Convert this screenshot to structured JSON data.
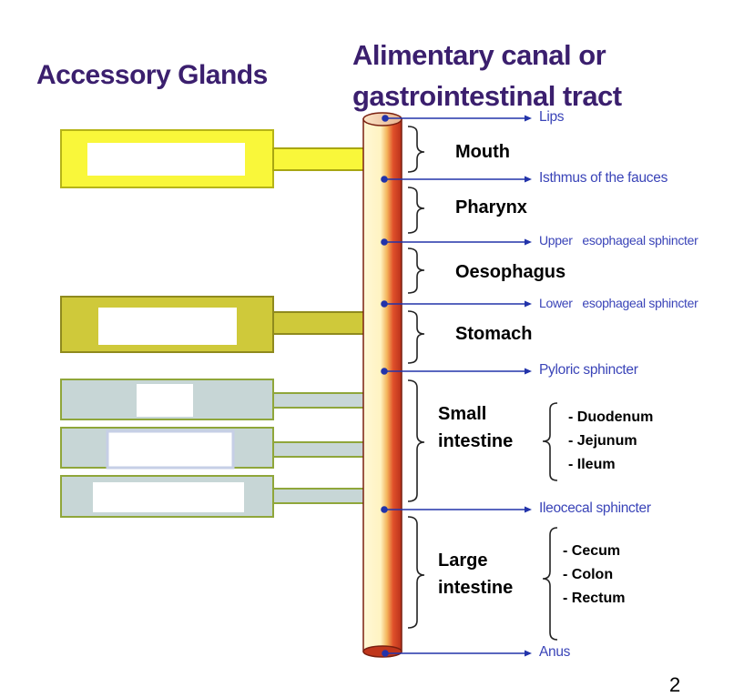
{
  "titles": {
    "accessory": "Accessory Glands",
    "tract_line1": "Alimentary canal or",
    "tract_line2": "gastrointestinal tract"
  },
  "segments": {
    "mouth": "Mouth",
    "pharynx": "Pharynx",
    "oesophagus": "Oesophagus",
    "stomach": "Stomach",
    "small_line1": "Small",
    "small_line2": "intestine",
    "large_line1": "Large",
    "large_line2": "intestine"
  },
  "sphincters": {
    "lips": "Lips",
    "isthmus": "Isthmus of the fauces",
    "upper": "Upper   esophageal sphincter",
    "lower": "Lower   esophageal sphincter",
    "pyloric": "Pyloric sphincter",
    "ileocecal": "Ileocecal sphincter",
    "anus": "Anus"
  },
  "small_parts": [
    "- Duodenum",
    "- Jejunum",
    "- Ileum"
  ],
  "large_parts": [
    "- Cecum",
    "- Colon",
    "- Rectum"
  ],
  "page_number": "2",
  "colors": {
    "title": "#3b1f6e",
    "sphincter_text": "#3a44b8",
    "arrow_line": "#2233aa",
    "gland_yellow": "#f9f73a",
    "gland_olive": "#cfc93a",
    "gland_gray": "#c7d6d6",
    "tube_red": "#d63a1e",
    "tube_cream": "#fff6cc"
  }
}
